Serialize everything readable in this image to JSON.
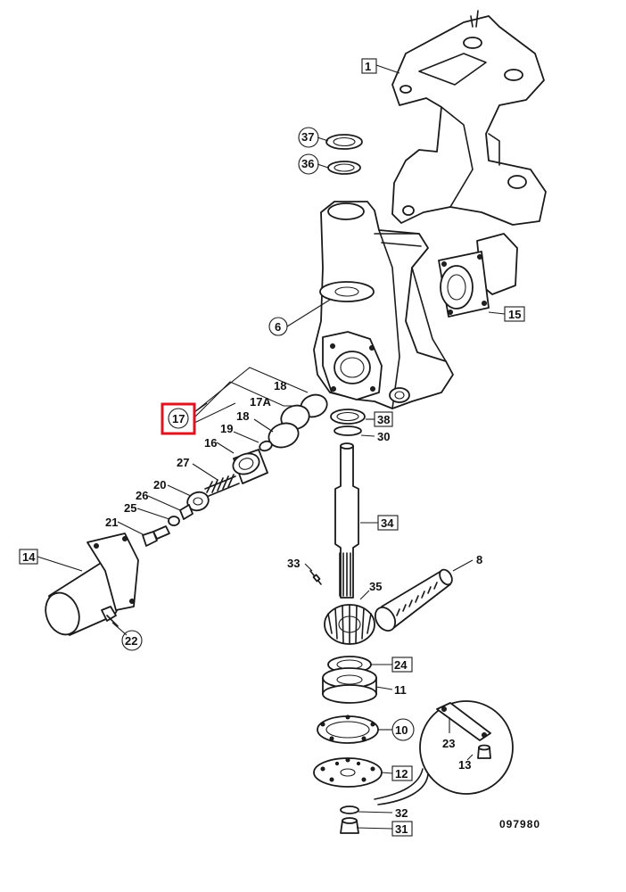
{
  "diagram": {
    "reference_code": "097980",
    "highlight_color": "#e0141e",
    "labels": {
      "l1": "1",
      "l6": "6",
      "l8": "8",
      "l10": "10",
      "l11": "11",
      "l12": "12",
      "l13": "13",
      "l14": "14",
      "l15": "15",
      "l16": "16",
      "l17": "17",
      "l17A": "17A",
      "l18a": "18",
      "l18b": "18",
      "l19": "19",
      "l20": "20",
      "l21": "21",
      "l22": "22",
      "l23": "23",
      "l24": "24",
      "l25": "25",
      "l26": "26",
      "l27": "27",
      "l30": "30",
      "l31": "31",
      "l32": "32",
      "l33": "33",
      "l34": "34",
      "l35": "35",
      "l36": "36",
      "l37": "37",
      "l38": "38"
    }
  }
}
